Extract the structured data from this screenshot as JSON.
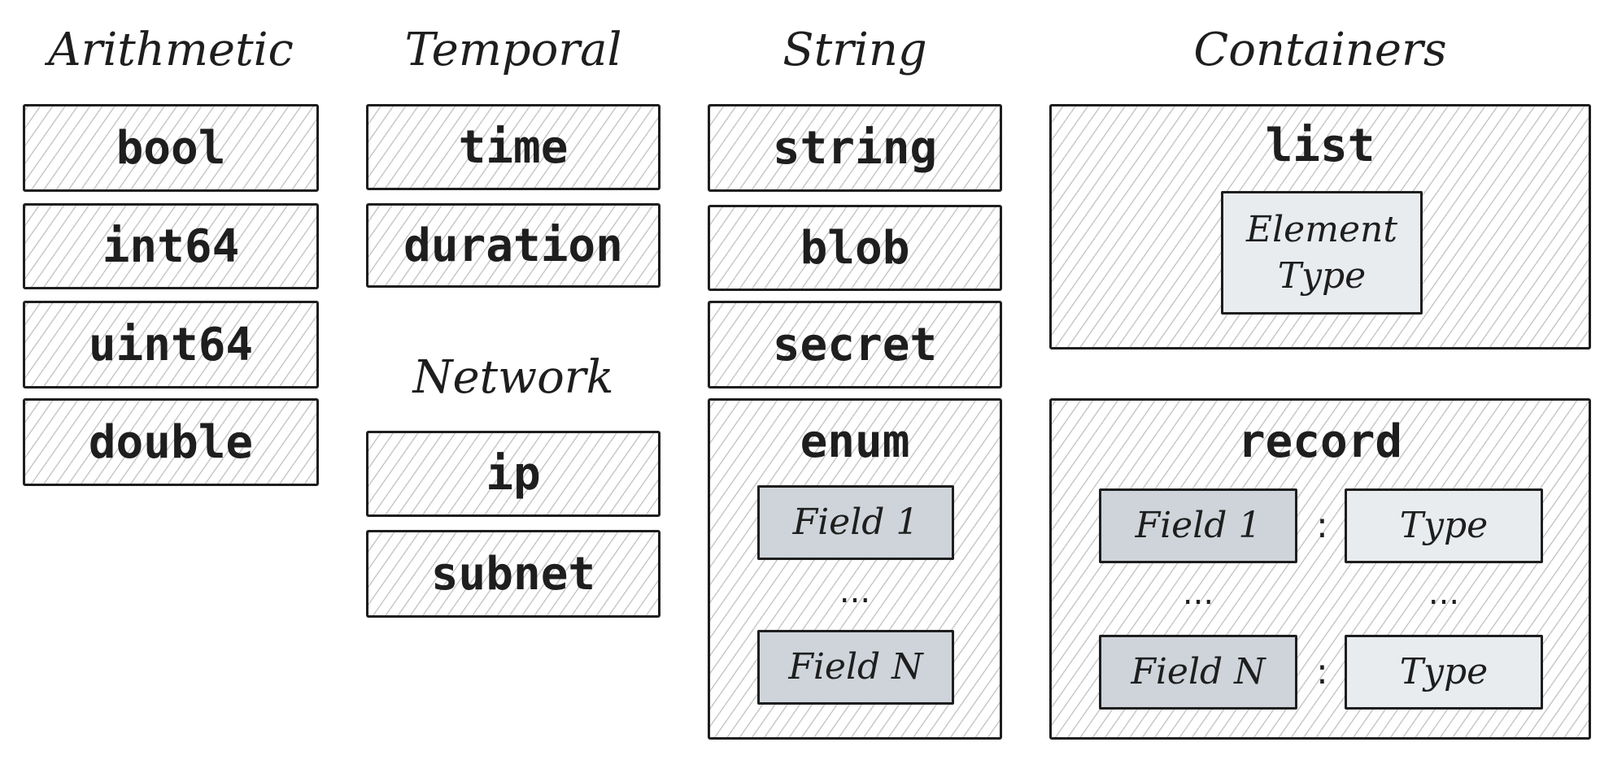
{
  "headings": {
    "arithmetic": "Arithmetic",
    "temporal": "Temporal",
    "string": "String",
    "containers": "Containers",
    "network": "Network"
  },
  "arithmetic": {
    "items": [
      "bool",
      "int64",
      "uint64",
      "double"
    ]
  },
  "temporal": {
    "items": [
      "time",
      "duration"
    ]
  },
  "network": {
    "items": [
      "ip",
      "subnet"
    ]
  },
  "string": {
    "items": [
      "string",
      "blob",
      "secret"
    ],
    "enum": {
      "title": "enum",
      "field_first": "Field 1",
      "ellipsis": "...",
      "field_last": "Field N"
    }
  },
  "containers": {
    "list": {
      "title": "list",
      "element_type": "Element\nType"
    },
    "record": {
      "title": "record",
      "field_first": "Field 1",
      "type_first": "Type",
      "field_last": "Field N",
      "type_last": "Type",
      "colon": ":",
      "ellipsis_field": "...",
      "ellipsis_type": "..."
    }
  },
  "colors": {
    "stroke": "#1e1e1e",
    "hatch": "#c9c9c9",
    "field_fill": "#ced4da",
    "type_fill": "#e9ecef"
  }
}
